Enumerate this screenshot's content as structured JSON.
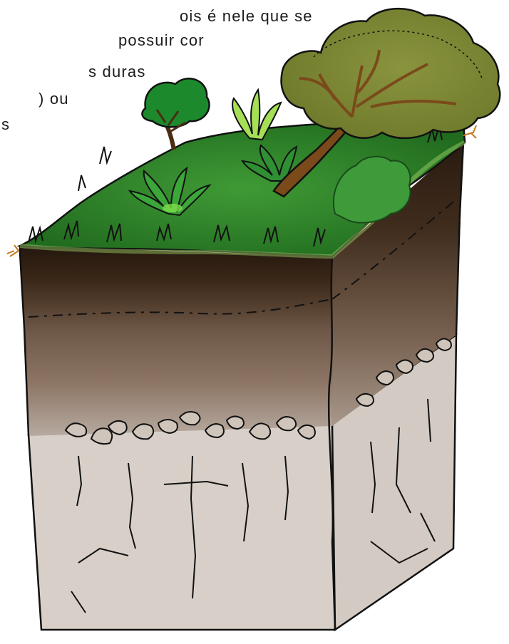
{
  "text_fragments": [
    "ois é nele que se",
    "possuir  cor",
    "s  duras",
    ") ou",
    "s"
  ],
  "colors": {
    "grass": "#2f8a2a",
    "grass_dark": "#1f6a1e",
    "topsoil": "#2c1d12",
    "subsoil": "#7b6250",
    "bedrock": "#d9d1c9",
    "tree_canopy": "#7f8a3a",
    "tree_canopy_outline": "#5a6a22",
    "trunk": "#7a4a1a",
    "outline": "#111111"
  },
  "illustration": {
    "subject": "soil-profile-block",
    "layers": [
      "grass-surface",
      "topsoil",
      "subsoil",
      "bedrock"
    ]
  }
}
